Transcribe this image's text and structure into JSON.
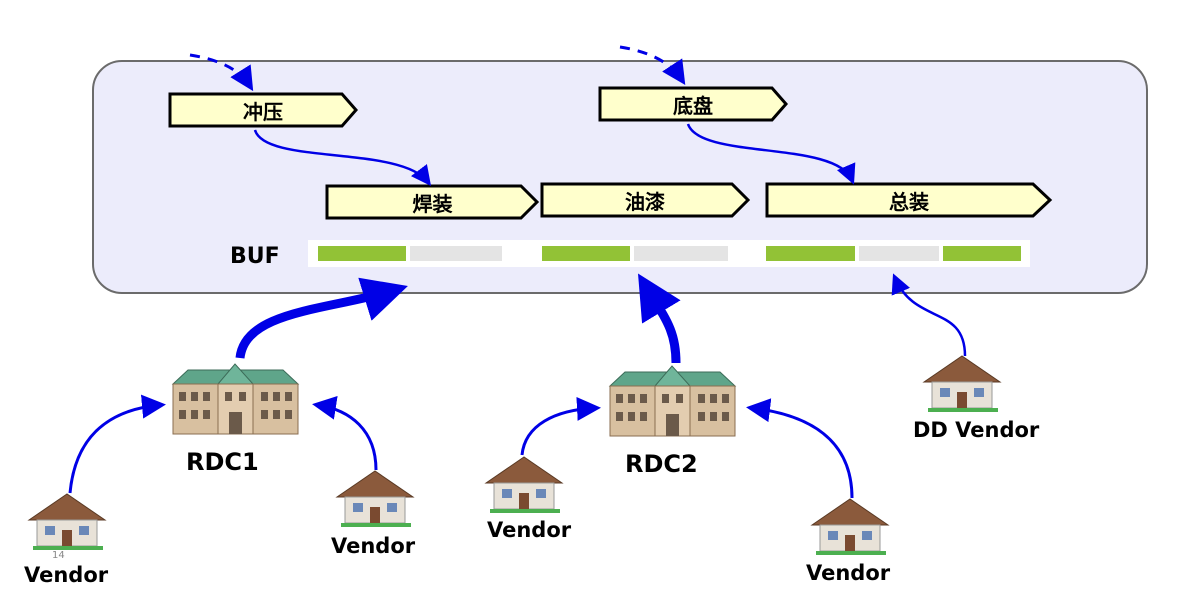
{
  "processes": {
    "stamping": "冲压",
    "chassis": "底盘",
    "welding": "焊装",
    "painting": "油漆",
    "assembly": "总装"
  },
  "buffer": {
    "label": "BUF",
    "slots": [
      {
        "state": "full"
      },
      {
        "state": "empty"
      },
      {
        "state": "full"
      },
      {
        "state": "empty"
      },
      {
        "state": "full"
      },
      {
        "state": "empty"
      },
      {
        "state": "full"
      }
    ]
  },
  "nodes": {
    "rdc1": "RDC1",
    "rdc2": "RDC2",
    "dd_vendor": "DD Vendor",
    "vendor_1": "Vendor",
    "vendor_2": "Vendor",
    "vendor_3": "Vendor",
    "vendor_4": "Vendor"
  },
  "page_number": "14",
  "colors": {
    "arrow": "#0000e6",
    "process_fill": "#ffffcc",
    "panel_fill": "#ececfb",
    "buffer_full": "#92c236",
    "buffer_empty": "#e4e4e4"
  }
}
